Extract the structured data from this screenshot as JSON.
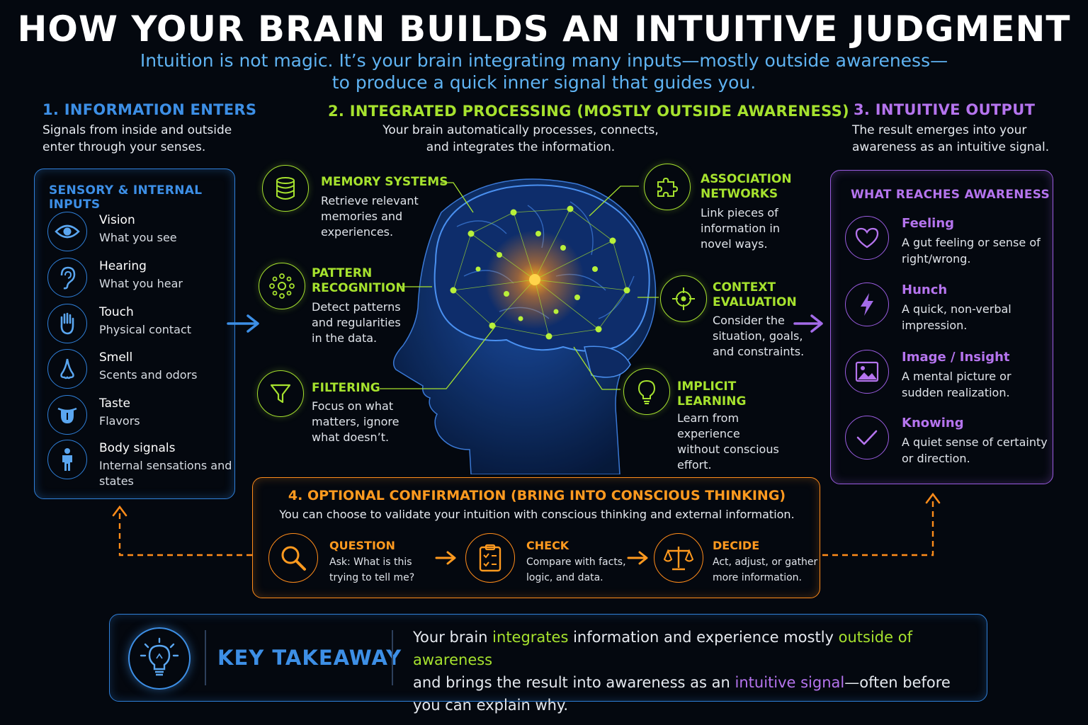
{
  "title": "HOW YOUR BRAIN BUILDS AN INTUITIVE JUDGMENT",
  "subtitle_line1": "Intuition is not magic. It’s your brain integrating many inputs—mostly outside awareness—",
  "subtitle_line2": "to produce a quick inner signal that guides you.",
  "section1": {
    "heading": "1. INFORMATION ENTERS",
    "desc_line1": "Signals from inside and outside",
    "desc_line2": "enter through your senses.",
    "panel_title": "SENSORY & INTERNAL INPUTS",
    "items": [
      {
        "label": "Vision",
        "desc": "What you see",
        "icon": "eye-icon"
      },
      {
        "label": "Hearing",
        "desc": "What you hear",
        "icon": "ear-icon"
      },
      {
        "label": "Touch",
        "desc": "Physical contact",
        "icon": "hand-icon"
      },
      {
        "label": "Smell",
        "desc": "Scents and odors",
        "icon": "nose-icon"
      },
      {
        "label": "Taste",
        "desc": "Flavors",
        "icon": "tongue-icon"
      },
      {
        "label": "Body signals",
        "desc": "Internal sensations and states",
        "icon": "body-icon"
      }
    ]
  },
  "section2": {
    "heading": "2. INTEGRATED PROCESSING (MOSTLY OUTSIDE AWARENESS)",
    "desc_line1": "Your brain automatically processes, connects,",
    "desc_line2": "and integrates the information.",
    "processes": {
      "memory": {
        "title": "MEMORY SYSTEMS",
        "desc": [
          "Retrieve relevant",
          "memories and",
          "experiences."
        ],
        "icon": "database-icon"
      },
      "pattern": {
        "title": [
          "PATTERN",
          "RECOGNITION"
        ],
        "desc": [
          "Detect patterns",
          "and regularities",
          "in the data."
        ],
        "icon": "network-icon"
      },
      "filtering": {
        "title": "FILTERING",
        "desc": [
          "Focus on what",
          "matters, ignore",
          "what doesn’t."
        ],
        "icon": "funnel-icon"
      },
      "association": {
        "title": [
          "ASSOCIATION",
          "NETWORKS"
        ],
        "desc": [
          "Link pieces of",
          "information in",
          "novel ways."
        ],
        "icon": "puzzle-icon"
      },
      "context": {
        "title": [
          "CONTEXT",
          "EVALUATION"
        ],
        "desc": [
          "Consider the",
          "situation, goals,",
          "and constraints."
        ],
        "icon": "target-icon"
      },
      "implicit": {
        "title": [
          "IMPLICIT",
          "LEARNING"
        ],
        "desc": [
          "Learn from",
          "experience",
          "without conscious",
          "effort."
        ],
        "icon": "lightbulb-icon"
      }
    }
  },
  "section3": {
    "heading": "3. INTUITIVE OUTPUT",
    "desc_line1": "The result emerges into your",
    "desc_line2": "awareness as an intuitive signal.",
    "panel_title": "WHAT REACHES AWARENESS",
    "items": [
      {
        "label": "Feeling",
        "desc": "A gut feeling or sense of right/wrong.",
        "icon": "heart-icon"
      },
      {
        "label": "Hunch",
        "desc": "A quick, non-verbal impression.",
        "icon": "lightning-icon"
      },
      {
        "label": "Image / Insight",
        "desc": "A mental picture or sudden realization.",
        "icon": "image-icon"
      },
      {
        "label": "Knowing",
        "desc": "A quiet sense of certainty or direction.",
        "icon": "checkmark-icon"
      }
    ]
  },
  "section4": {
    "heading": "4. OPTIONAL CONFIRMATION (BRING INTO CONSCIOUS THINKING)",
    "desc": "You can choose to validate your intuition with conscious thinking and external information.",
    "steps": [
      {
        "title": "QUESTION",
        "desc": [
          "Ask: What is this",
          "trying to tell me?"
        ],
        "icon": "magnifier-icon"
      },
      {
        "title": "CHECK",
        "desc": [
          "Compare with facts,",
          "logic, and data."
        ],
        "icon": "clipboard-icon"
      },
      {
        "title": "DECIDE",
        "desc": [
          "Act, adjust, or gather",
          "more information."
        ],
        "icon": "scale-icon"
      }
    ]
  },
  "takeaway": {
    "label": "KEY TAKEAWAY",
    "l1_a": "Your brain ",
    "l1_b": "integrates",
    "l1_c": " information and experience mostly ",
    "l1_d": "outside of awareness",
    "l2_a": "and brings the result into awareness as an ",
    "l2_b": "intuitive signal",
    "l2_c": "—often before",
    "l3": "you can explain why."
  },
  "colors": {
    "blue": "#3d8fe6",
    "green": "#a6e22e",
    "purple": "#b574ee",
    "orange": "#ff9a1f"
  }
}
